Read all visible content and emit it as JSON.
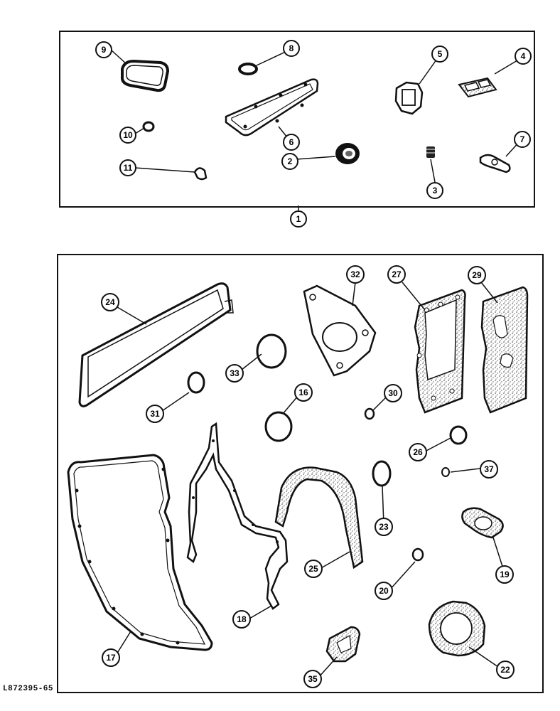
{
  "figure_id": "L872395-65",
  "kit_callout": "1",
  "top_panel": {
    "callouts": {
      "c9": "9",
      "c8": "8",
      "c5": "5",
      "c4": "4",
      "c10": "10",
      "c6": "6",
      "c7": "7",
      "c11": "11",
      "c2": "2",
      "c3": "3"
    }
  },
  "bottom_panel": {
    "callouts": {
      "c24": "24",
      "c32": "32",
      "c27": "27",
      "c29": "29",
      "c33": "33",
      "c31": "31",
      "c16": "16",
      "c30": "30",
      "c26": "26",
      "c37": "37",
      "c23": "23",
      "c25": "25",
      "c19": "19",
      "c20": "20",
      "c18": "18",
      "c17": "17",
      "c35": "35",
      "c22": "22"
    }
  },
  "colors": {
    "ink": "#111111",
    "paper": "#ffffff",
    "speckle": "#555555"
  }
}
